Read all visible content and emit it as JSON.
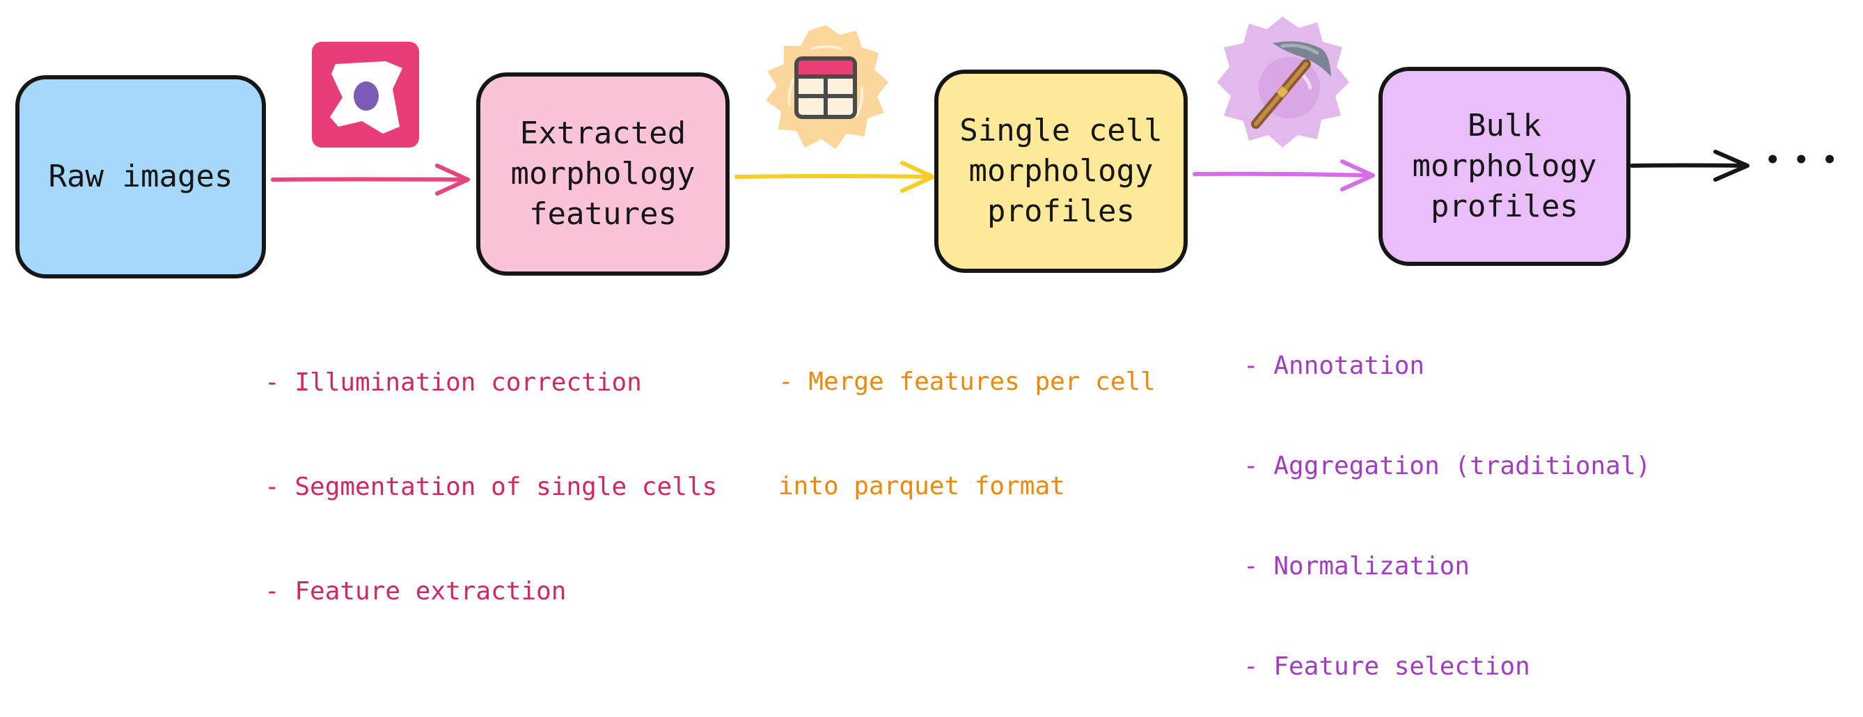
{
  "colors": {
    "raw": "#a6d8fb",
    "extracted": "#fac3da",
    "single": "#fde99a",
    "bulk": "#e9befa",
    "pink_accent": "#d12863",
    "orange_accent": "#ec8a08",
    "purple_accent": "#a43bc4",
    "arrow_pink": "#e6467f",
    "arrow_yellow": "#f8cc29",
    "arrow_purple": "#d56ee8",
    "arrow_black": "#161616"
  },
  "nodes": {
    "raw": {
      "label": "Raw images"
    },
    "extracted": {
      "label": "Extracted\nmorphology\nfeatures"
    },
    "single": {
      "label": "Single cell\nmorphology\nprofiles"
    },
    "bulk": {
      "label": "Bulk\nmorphology\nprofiles"
    }
  },
  "continuation": "• • •",
  "notes": {
    "step1": [
      "- Illumination correction",
      "- Segmentation of single cells",
      "- Feature extraction"
    ],
    "step2": [
      "- Merge features per cell",
      "into parquet format"
    ],
    "step3": [
      "- Annotation",
      "- Aggregation (traditional)",
      "- Normalization",
      "- Feature selection"
    ]
  },
  "icons": {
    "step1": "cell-segmentation-icon",
    "step2": "table-icon",
    "step3": "pickaxe-icon"
  }
}
